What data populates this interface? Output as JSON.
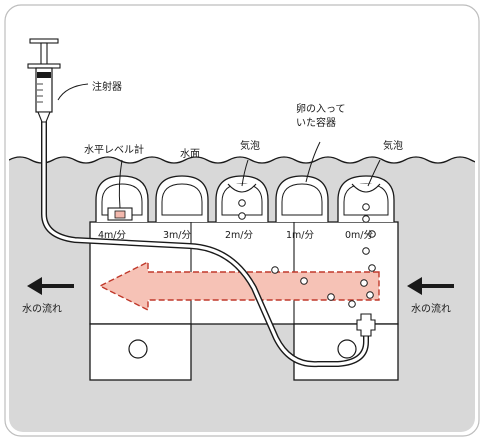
{
  "labels": {
    "syringe": "注射器",
    "egg_container_line1": "卵の入って",
    "egg_container_line2": "いた容器",
    "bubble_left": "気泡",
    "bubble_right": "気泡",
    "level_gauge": "水平レベル計",
    "water_surface": "水面",
    "flow_left": "水の流れ",
    "flow_right": "水の流れ"
  },
  "speeds": [
    "4m/分",
    "3m/分",
    "2m/分",
    "1m/分",
    "0m/分"
  ],
  "colors": {
    "background": "#ffffff",
    "water": "#d8d8d8",
    "line": "#1a1a1a",
    "arrow_fill": "#f6c2b6",
    "arrow_stroke": "#c0392b",
    "gauge_fill": "#f3b9ae"
  }
}
